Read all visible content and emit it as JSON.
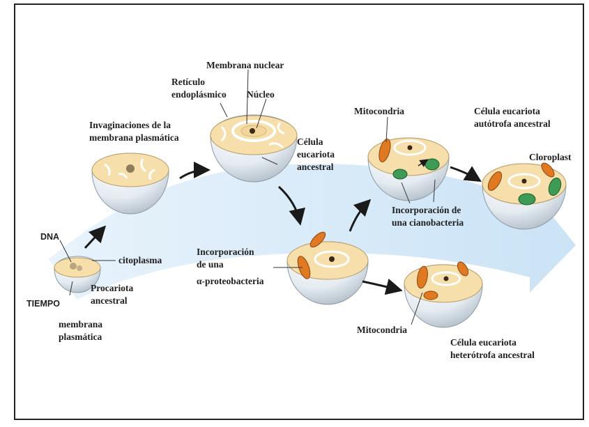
{
  "labels": {
    "membrana_nuclear": "Membrana nuclear",
    "reticulo_1": "Retículo",
    "reticulo_2": "endoplásmico",
    "nucleo": "Núcleo",
    "invag_1": "Invaginaciones de la",
    "invag_2": "membrana plasmática",
    "celula_euc_1": "Célula",
    "celula_euc_2": "eucariota",
    "celula_euc_3": "ancestral",
    "mitocondria_top": "Mitocondria",
    "autotrofa_1": "Célula eucariota",
    "autotrofa_2": "autótrofa ancestral",
    "cloroplast": "Cloroplast",
    "cianobact_1": "Incorporación de",
    "cianobact_2": "una cianobacteria",
    "dna": "DNA",
    "citoplasma": "citoplasma",
    "procariota_1": "Procariota",
    "procariota_2": "ancestral",
    "tiempo": "TIEMPO",
    "memb_plasm_1": "membrana",
    "memb_plasm_2": "plasmática",
    "alfa_1": "Incorporación",
    "alfa_2": "de una",
    "alfa_3": "α-proteobacteria",
    "mitocondria_bottom": "Mitocondria",
    "heterotrofa_1": "Célula eucariota",
    "heterotrofa_2": "heterótrofa ancestral"
  },
  "colors": {
    "frame": "#222222",
    "flow_band": "#cfe6f7",
    "cytoplasm": "#f6dfaa",
    "cell_body": "#eef2f5",
    "mitochondria": "#e07a22",
    "chloroplast": "#3f9a55",
    "arrows": "#1a1a1a"
  }
}
